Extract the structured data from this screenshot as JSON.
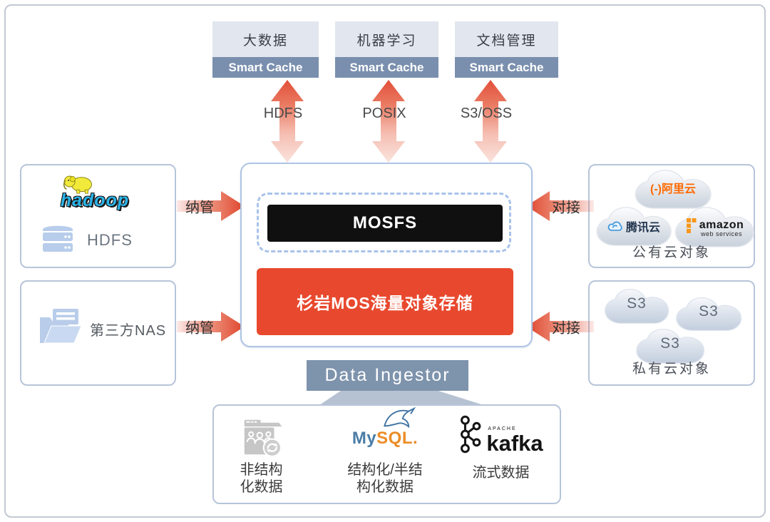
{
  "apps": [
    {
      "label": "大数据",
      "cache": "Smart Cache"
    },
    {
      "label": "机器学习",
      "cache": "Smart Cache"
    },
    {
      "label": "文档管理",
      "cache": "Smart Cache"
    }
  ],
  "protocols": [
    {
      "label": "HDFS"
    },
    {
      "label": "POSIX"
    },
    {
      "label": "S3/OSS"
    }
  ],
  "center": {
    "mosfs": "MOSFS",
    "storage": "杉岩MOS海量对象存储"
  },
  "left": {
    "hadoop_logo": "hadoop",
    "hdfs": "HDFS",
    "nas": "第三方NAS"
  },
  "right": {
    "public": {
      "ali_mark": "(-)",
      "ali_name": "阿里云",
      "tencent": "腾讯云",
      "aws_name": "amazon",
      "aws_sub": "web services",
      "caption": "公有云对象"
    },
    "private": {
      "cloud1": "S3",
      "cloud2": "S3",
      "cloud3": "S3",
      "caption": "私有云对象"
    }
  },
  "connectors": {
    "manage_top": "纳管",
    "manage_bottom": "纳管",
    "connect_top": "对接",
    "connect_bottom": "对接"
  },
  "ingestor": {
    "label": "Data Ingestor"
  },
  "sources": [
    {
      "line1": "非结构",
      "line2": "化数据"
    },
    {
      "logo_my": "My",
      "logo_sql": "SQL",
      "logo_dot": ".",
      "line1": "结构化/半结",
      "line2": "构化数据"
    },
    {
      "logo_apache": "APACHE",
      "logo_kafka": "kafka",
      "line1": "流式数据"
    }
  ],
  "colors": {
    "accent_red": "#e8492e",
    "slate_bar": "#7a8fae",
    "arrow_red": "#e2503a",
    "box_border": "#b7c4da",
    "center_border": "#aec4e4",
    "black_box": "#101010",
    "trapezoid": "#b6c2d2",
    "ali_orange": "#ff6a00",
    "aws_orange": "#f7981d",
    "mysql_blue": "#4a7ca6",
    "mysql_orange": "#ec8c26",
    "hadoop_blue": "#2bb3e8"
  }
}
